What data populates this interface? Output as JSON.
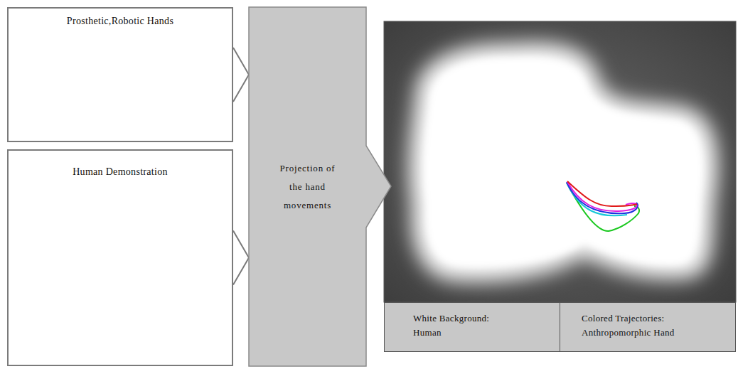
{
  "diagram": {
    "nodes": [
      {
        "text": [
          "Prosthetic,Robotic Hands"
        ]
      },
      {
        "text": [
          "Human Demonstration"
        ]
      },
      {
        "text": [
          "Projection of the hand movements"
        ]
      },
      {
        "text": [
          "White Background: Human"
        ]
      },
      {
        "text": [
          "Colored Trajectories: Anthropomorphic Hand"
        ]
      }
    ],
    "edges": [
      {
        "from": 0,
        "to": 2,
        "arrow": "to"
      },
      {
        "from": 1,
        "to": 2,
        "arrow": "to"
      }
    ]
  }
}
